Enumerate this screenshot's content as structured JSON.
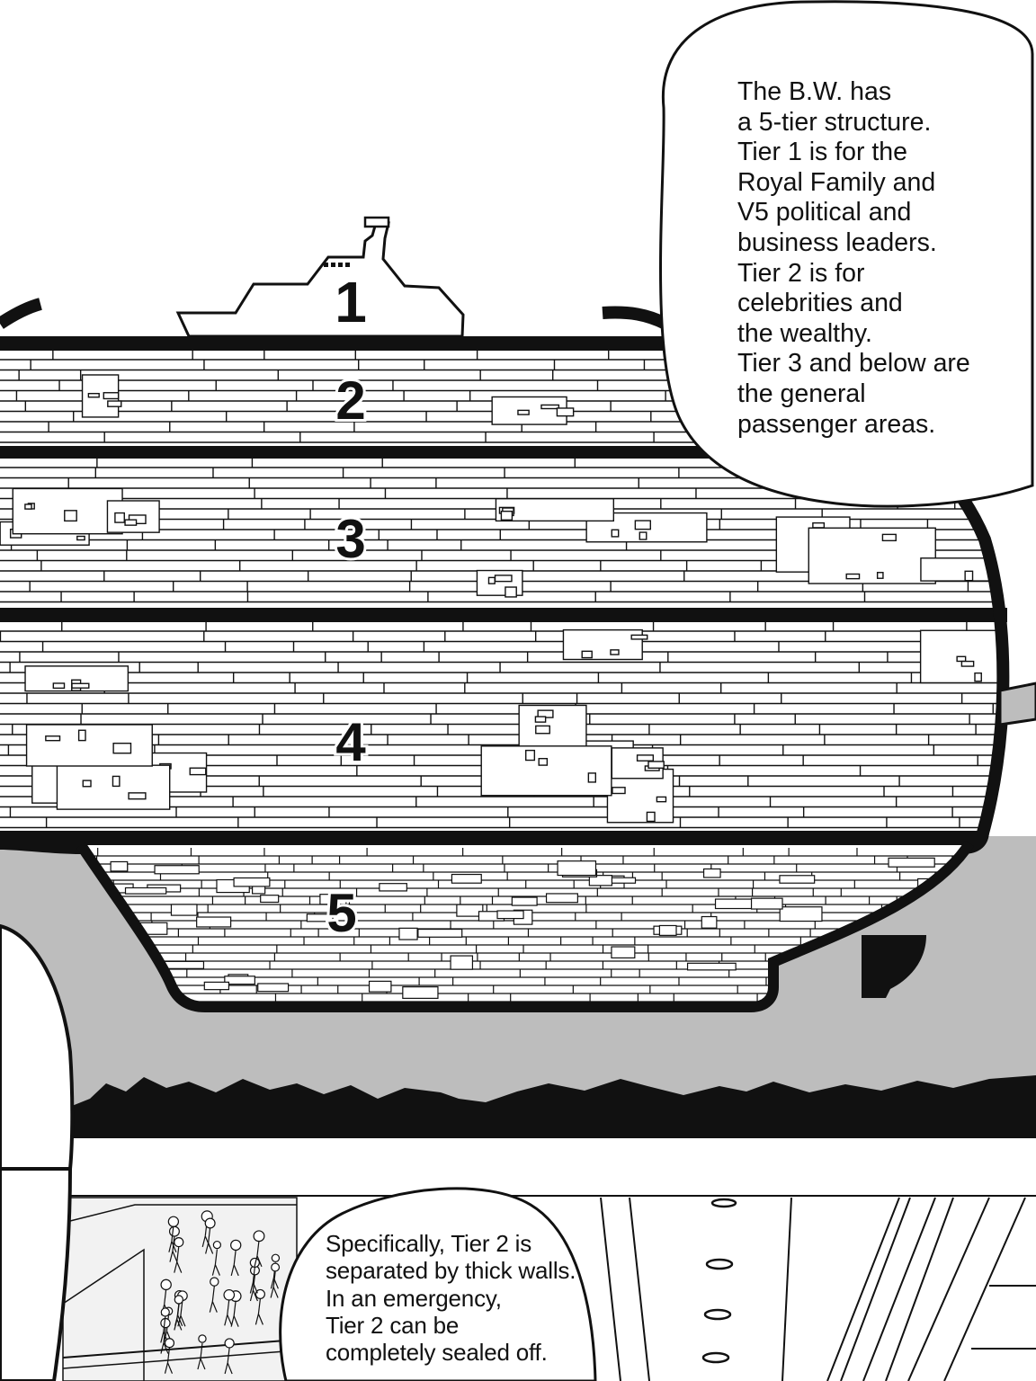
{
  "tier_labels": [
    "1",
    "2",
    "3",
    "4",
    "5"
  ],
  "bubble_top": {
    "lines": [
      "The B.W. has",
      "a 5-tier structure.",
      "Tier 1 is for the",
      "Royal Family and",
      "V5 political and",
      "business leaders.",
      "Tier 2 is for",
      "celebrities and",
      "the wealthy.",
      "Tier 3 and below are",
      "the general",
      "passenger areas."
    ]
  },
  "bubble_bottom": {
    "lines": [
      "Specifically, Tier 2 is",
      "separated by thick walls.",
      "In an emergency,",
      "Tier 2 can be",
      "completely sealed off."
    ]
  },
  "colors": {
    "ink": "#111111",
    "sea_gray": "#bdbdbd",
    "paper": "#ffffff"
  }
}
